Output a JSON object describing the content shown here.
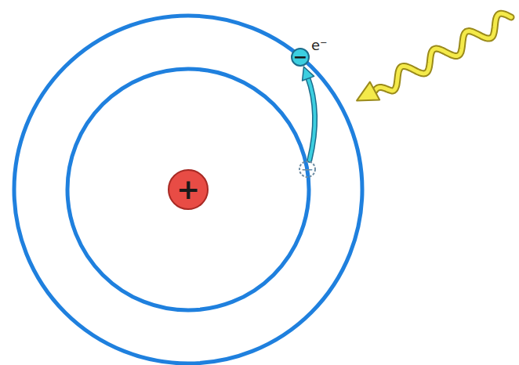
{
  "diagram": {
    "nodes": [
      {
        "text": [
          "+"
        ]
      },
      {
        "text": [
          "−",
          "e⁻"
        ]
      },
      {
        "text": [
          "−"
        ]
      }
    ],
    "edges": [
      {
        "from": 2,
        "to": 1,
        "arrow": "to"
      }
    ]
  }
}
